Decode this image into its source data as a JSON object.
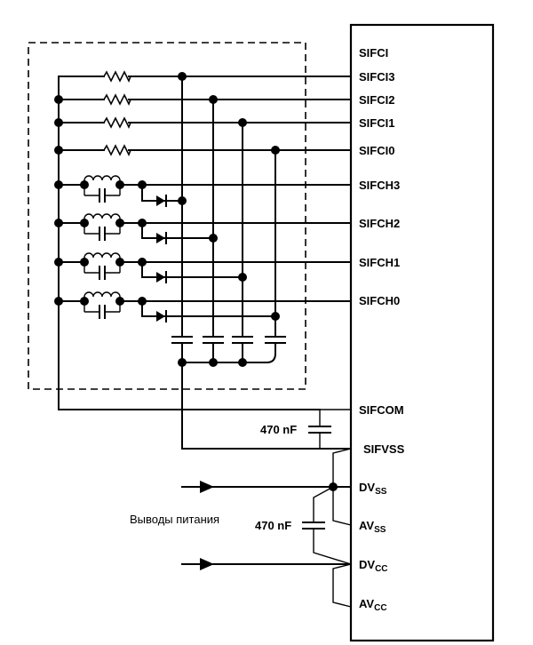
{
  "pins": {
    "sifci": "SIFCI",
    "sifci3": "SIFCI3",
    "sifci2": "SIFCI2",
    "sifci1": "SIFCI1",
    "sifci0": "SIFCI0",
    "sifch3": "SIFCH3",
    "sifch2": "SIFCH2",
    "sifch1": "SIFCH1",
    "sifch0": "SIFCH0",
    "sifcom": "SIFCOM",
    "sifvss": "SIFVSS",
    "dvss": {
      "main": "DV",
      "sub": "SS"
    },
    "avss": {
      "main": "AV",
      "sub": "SS"
    },
    "dvcc": {
      "main": "DV",
      "sub": "CC"
    },
    "avcc": {
      "main": "AV",
      "sub": "CC"
    }
  },
  "capacitors": {
    "c1": "470 nF",
    "c2": "470 nF"
  },
  "annotations": {
    "power_pins": "Выводы питания"
  }
}
